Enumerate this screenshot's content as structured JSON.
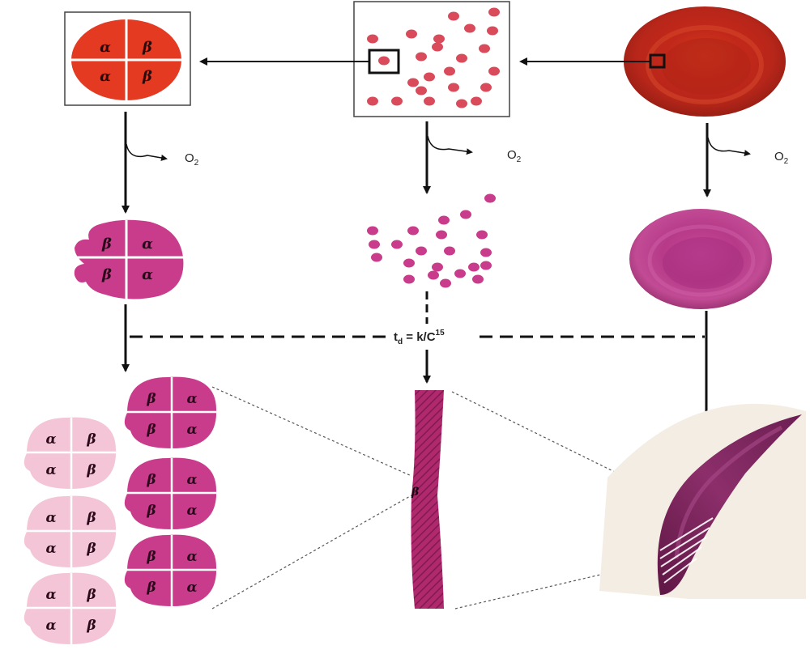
{
  "labels": {
    "alpha": "α",
    "beta": "β",
    "o2": "O",
    "o2_sub": "2",
    "delay_time_eq": "t",
    "delay_time_sub": "d",
    "delay_time_rhs": " = k/C",
    "delay_time_exp": "15"
  },
  "colors": {
    "oxy_red": "#e53a22",
    "deoxy_pink": "#c93c8c",
    "pale_pink": "#f3c5d6",
    "fiber_magenta": "#b0286e",
    "sickle_purple": "#7a2258"
  }
}
